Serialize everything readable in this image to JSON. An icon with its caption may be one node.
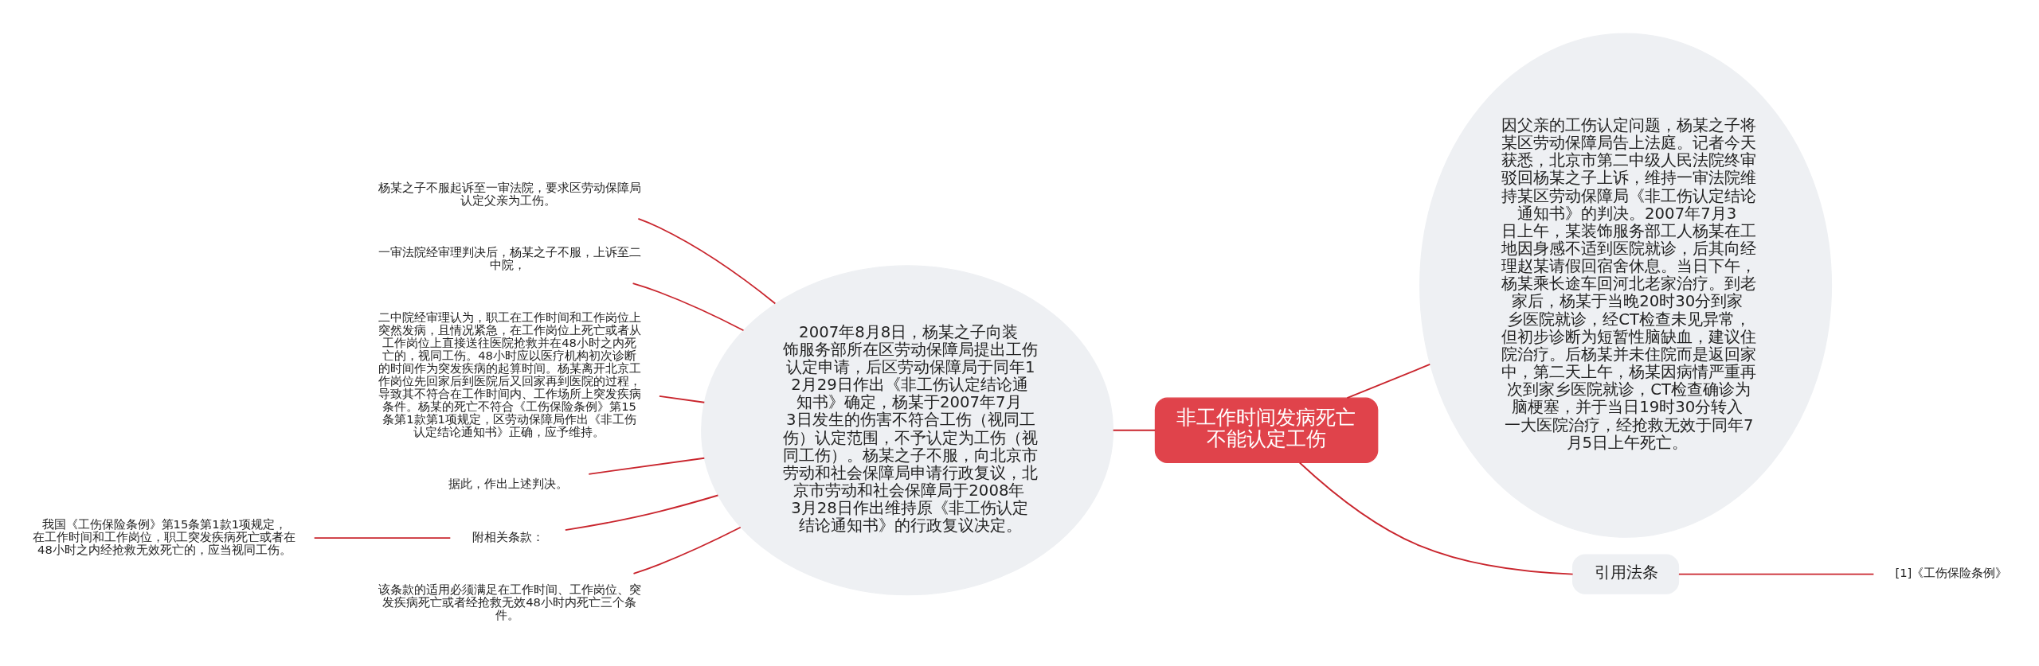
{
  "diagram": {
    "nodes": [
      {
        "text": [
          "非工作时间发病死亡不能认定工伤"
        ]
      },
      {
        "text": [
          "2007年8月8日，杨某之子向装饰服务部所在区劳动保障局提出工伤认定申请，后区劳动保障局于同年12月29日作出《非工伤认定结论通知书》确定，杨某于2007年7月3日发生的伤害不符合工伤（视同工伤）认定范围，不予认定为工伤（视同工伤）。杨某之子不服，向北京市劳动和社会保障局申请行政复议，北京市劳动和社会保障局于2008年3月28日作出维持原《非工伤认定结论通知书》的行政复议决定。"
        ]
      },
      {
        "text": [
          "杨某之子不服起诉至一审法院，要求区劳动保障局认定父亲为工伤。"
        ]
      },
      {
        "text": [
          "一审法院经审理判决后，杨某之子不服，上诉至二中院，"
        ]
      },
      {
        "text": [
          "二中院经审理认为，职工在工作时间和工作岗位上突然发病，且情况紧急，在工作岗位上死亡或者从工作岗位上直接送往医院抢救并在48小时之内死亡的，视同工伤。48小时应以医疗机构初次诊断的时间作为突发疾病的起算时间。杨某离开北京工作岗位先回家后到医院后又回家再到医院的过程，导致其不符合在工作时间内、工作场所上突发疾病条件。杨某的死亡不符合《工伤保险条例》第15条第1款第1项规定，区劳动保障局作出《非工伤认定结论通知书》正确，应予维持。"
        ]
      },
      {
        "text": [
          "据此，作出上述判决。"
        ]
      },
      {
        "text": [
          "附相关条款："
        ]
      },
      {
        "text": [
          "我国《工伤保险条例》第15条第1款1项规定，在工作时间和工作岗位，职工突发疾病死亡或者在48小时之内经抢救无效死亡的，应当视同工伤。"
        ]
      },
      {
        "text": [
          "该条款的适用必须满足在工作时间、工作岗位、突发疾病死亡或者经抢救无效48小时内死亡三个条件。"
        ]
      },
      {
        "text": [
          "因父亲的工伤认定问题，杨某之子将某区劳动保障局告上法庭。记者今天获悉，北京市第二中级人民法院终审驳回杨某之子上诉，维持一审法院维持某区劳动保障局《非工伤认定结论通知书》的判决。2007年7月3日上午，某装饰服务部工人杨某在工地因身感不适到医院就诊，后其向经理赵某请假回宿舍休息。当日下午，杨某乘长途车回河北老家治疗。到老家后，杨某于当晚20时30分到家乡医院就诊，经CT检查未见异常，但初步诊断为短暂性脑缺血，建议住院治疗。后杨某并未住院而是返回家中，第二天上午，杨某因病情严重再次到家乡医院就诊，CT检查确诊为脑梗塞，并于当日19时30分转入一大医院治疗，经抢救无效于同年7月5日上午死亡。"
        ]
      },
      {
        "text": [
          "引用法条"
        ]
      },
      {
        "text": [
          "[1]《工伤保险条例》"
        ]
      }
    ],
    "edges": [
      {
        "from": 0,
        "to": 1,
        "arrow": "none"
      },
      {
        "from": 1,
        "to": 2,
        "arrow": "none"
      },
      {
        "from": 1,
        "to": 3,
        "arrow": "none"
      },
      {
        "from": 1,
        "to": 4,
        "arrow": "none"
      },
      {
        "from": 1,
        "to": 5,
        "arrow": "none"
      },
      {
        "from": 1,
        "to": 6,
        "arrow": "none"
      },
      {
        "from": 6,
        "to": 7,
        "arrow": "none"
      },
      {
        "from": 1,
        "to": 8,
        "arrow": "none"
      },
      {
        "from": 0,
        "to": 9,
        "arrow": "none"
      },
      {
        "from": 0,
        "to": 10,
        "arrow": "none"
      },
      {
        "from": 10,
        "to": 11,
        "arrow": "none"
      }
    ]
  }
}
